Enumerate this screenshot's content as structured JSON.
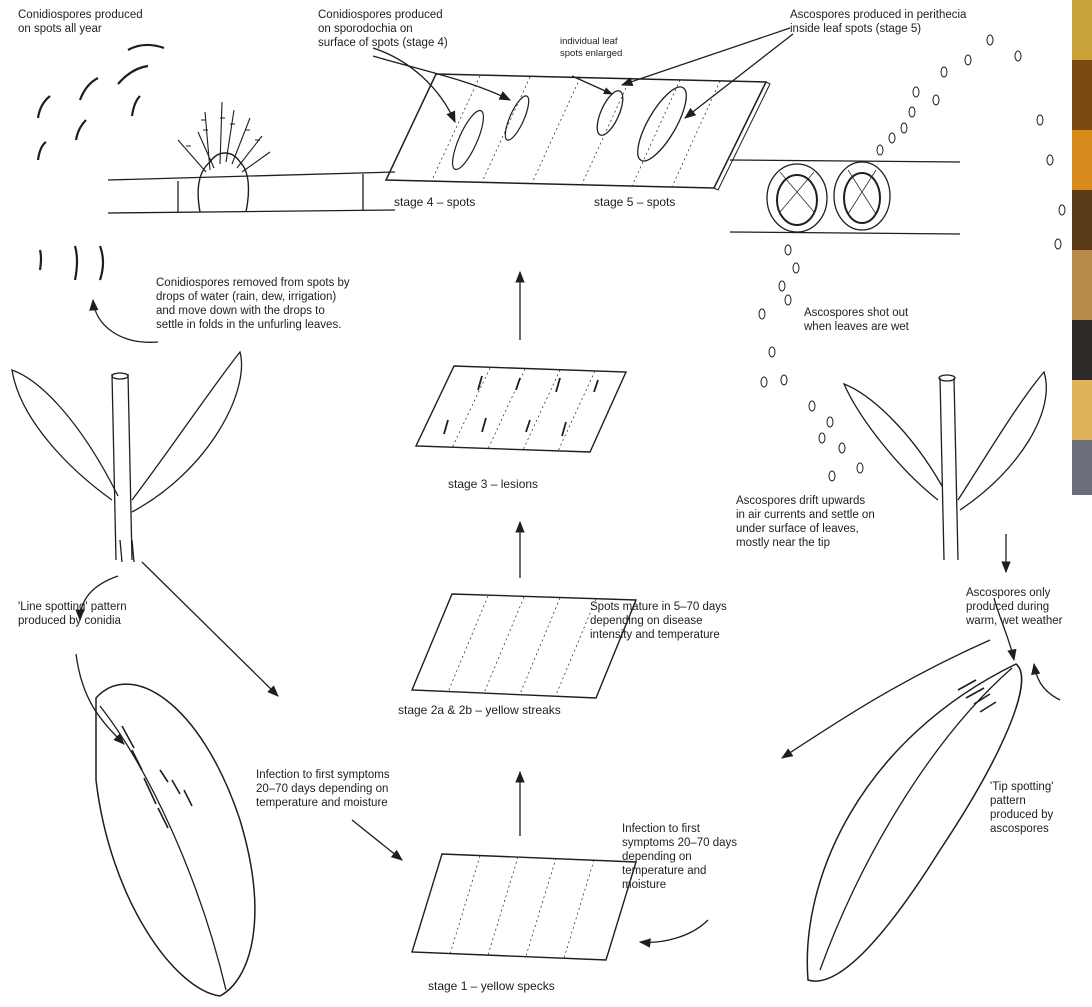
{
  "labels": {
    "conidiospores_all_year": "Conidiospores produced\non spots all year",
    "conidiospores_sporodochia": "Conidiospores produced\non sporodochia on\nsurface of spots (stage 4)",
    "individual_spots": "individual leaf\nspots enlarged",
    "ascospores_perithecia": "Ascospores produced in perithecia\ninside leaf spots (stage 5)",
    "stage4": "stage 4 – spots",
    "stage5": "stage 5 – spots",
    "conidiospores_removed": "Conidiospores removed from spots by\ndrops of water (rain, dew, irrigation)\nand move down with the drops to\nsettle in folds in the unfurling leaves.",
    "ascospores_shot": "Ascospores shot out\nwhen leaves are wet",
    "stage3": "stage 3 – lesions",
    "ascospores_drift": "Ascospores drift upwards\nin air currents and settle on\nunder surface of leaves,\nmostly near the tip",
    "line_spotting": "'Line spotting' pattern\nproduced by conidia",
    "spots_mature": "Spots mature in 5–70 days\ndepending on disease\nintensity and temperature",
    "ascospores_only": "Ascospores only\nproduced during\nwarm, wet weather",
    "stage2": "stage 2a & 2b – yellow streaks",
    "infection_left": "Infection to first symptoms\n20–70 days depending on\ntemperature and moisture",
    "tip_spotting": "'Tip spotting'\npattern\nproduced by\nascospores",
    "infection_right": "Infection to first\nsymptoms 20–70 days\ndepending on\ntemperature and\nmoisture",
    "stage1": "stage 1 – yellow specks"
  },
  "colors": {
    "ink": "#1e1e1e",
    "background": "#ffffff",
    "photo_strip": [
      "#c9a23a",
      "#7a4a12",
      "#d98a1c",
      "#5b3a1a",
      "#b98b4a",
      "#2f2a28",
      "#e0b35a",
      "#6a6f7a"
    ]
  }
}
